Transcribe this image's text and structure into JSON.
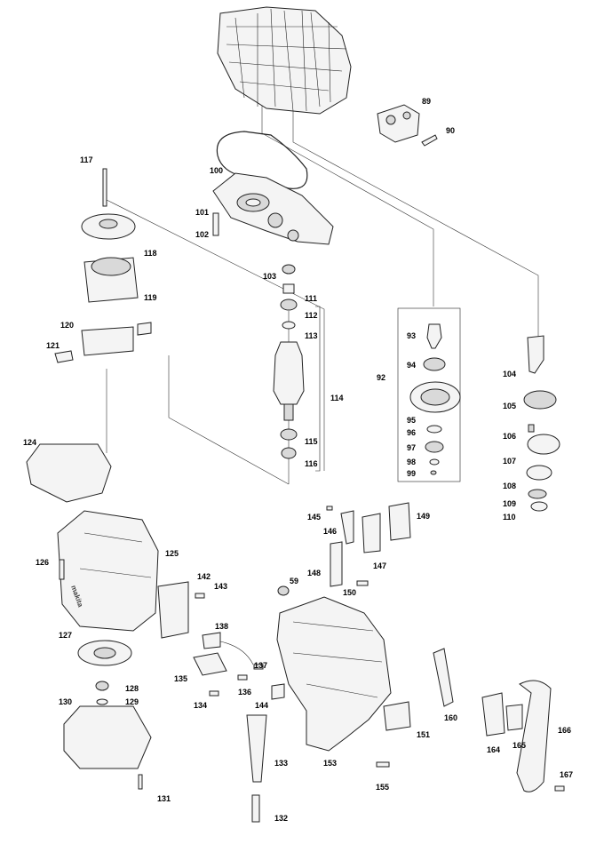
{
  "parts": [
    {
      "id": "p89",
      "label": "89"
    },
    {
      "id": "p90",
      "label": "90"
    },
    {
      "id": "p100",
      "label": "100"
    },
    {
      "id": "p101",
      "label": "101"
    },
    {
      "id": "p102",
      "label": "102"
    },
    {
      "id": "p103",
      "label": "103"
    },
    {
      "id": "p111",
      "label": "111"
    },
    {
      "id": "p112",
      "label": "112"
    },
    {
      "id": "p113",
      "label": "113"
    },
    {
      "id": "p114",
      "label": "114"
    },
    {
      "id": "p115",
      "label": "115"
    },
    {
      "id": "p116",
      "label": "116"
    },
    {
      "id": "p117",
      "label": "117"
    },
    {
      "id": "p118",
      "label": "118"
    },
    {
      "id": "p119",
      "label": "119"
    },
    {
      "id": "p120",
      "label": "120"
    },
    {
      "id": "p121",
      "label": "121"
    },
    {
      "id": "p124",
      "label": "124"
    },
    {
      "id": "p125",
      "label": "125"
    },
    {
      "id": "p126",
      "label": "126"
    },
    {
      "id": "p127",
      "label": "127"
    },
    {
      "id": "p128",
      "label": "128"
    },
    {
      "id": "p129",
      "label": "129"
    },
    {
      "id": "p130",
      "label": "130"
    },
    {
      "id": "p131",
      "label": "131"
    },
    {
      "id": "p132",
      "label": "132"
    },
    {
      "id": "p133",
      "label": "133"
    },
    {
      "id": "p134",
      "label": "134"
    },
    {
      "id": "p135",
      "label": "135"
    },
    {
      "id": "p136",
      "label": "136"
    },
    {
      "id": "p137",
      "label": "137"
    },
    {
      "id": "p138",
      "label": "138"
    },
    {
      "id": "p142",
      "label": "142"
    },
    {
      "id": "p143",
      "label": "143"
    },
    {
      "id": "p144",
      "label": "144"
    },
    {
      "id": "p145",
      "label": "145"
    },
    {
      "id": "p146",
      "label": "146"
    },
    {
      "id": "p147",
      "label": "147"
    },
    {
      "id": "p148",
      "label": "148"
    },
    {
      "id": "p149",
      "label": "149"
    },
    {
      "id": "p150",
      "label": "150"
    },
    {
      "id": "p151",
      "label": "151"
    },
    {
      "id": "p153",
      "label": "153"
    },
    {
      "id": "p155",
      "label": "155"
    },
    {
      "id": "p59",
      "label": "59"
    },
    {
      "id": "p92",
      "label": "92"
    },
    {
      "id": "p93",
      "label": "93"
    },
    {
      "id": "p94",
      "label": "94"
    },
    {
      "id": "p95",
      "label": "95"
    },
    {
      "id": "p96",
      "label": "96"
    },
    {
      "id": "p97",
      "label": "97"
    },
    {
      "id": "p98",
      "label": "98"
    },
    {
      "id": "p99",
      "label": "99"
    },
    {
      "id": "p104",
      "label": "104"
    },
    {
      "id": "p105",
      "label": "105"
    },
    {
      "id": "p106",
      "label": "106"
    },
    {
      "id": "p107",
      "label": "107"
    },
    {
      "id": "p108",
      "label": "108"
    },
    {
      "id": "p109",
      "label": "109"
    },
    {
      "id": "p110",
      "label": "110"
    },
    {
      "id": "p160",
      "label": "160"
    },
    {
      "id": "p164",
      "label": "164"
    },
    {
      "id": "p165",
      "label": "165"
    },
    {
      "id": "p166",
      "label": "166"
    },
    {
      "id": "p167",
      "label": "167"
    }
  ],
  "brand_mark": "makita"
}
